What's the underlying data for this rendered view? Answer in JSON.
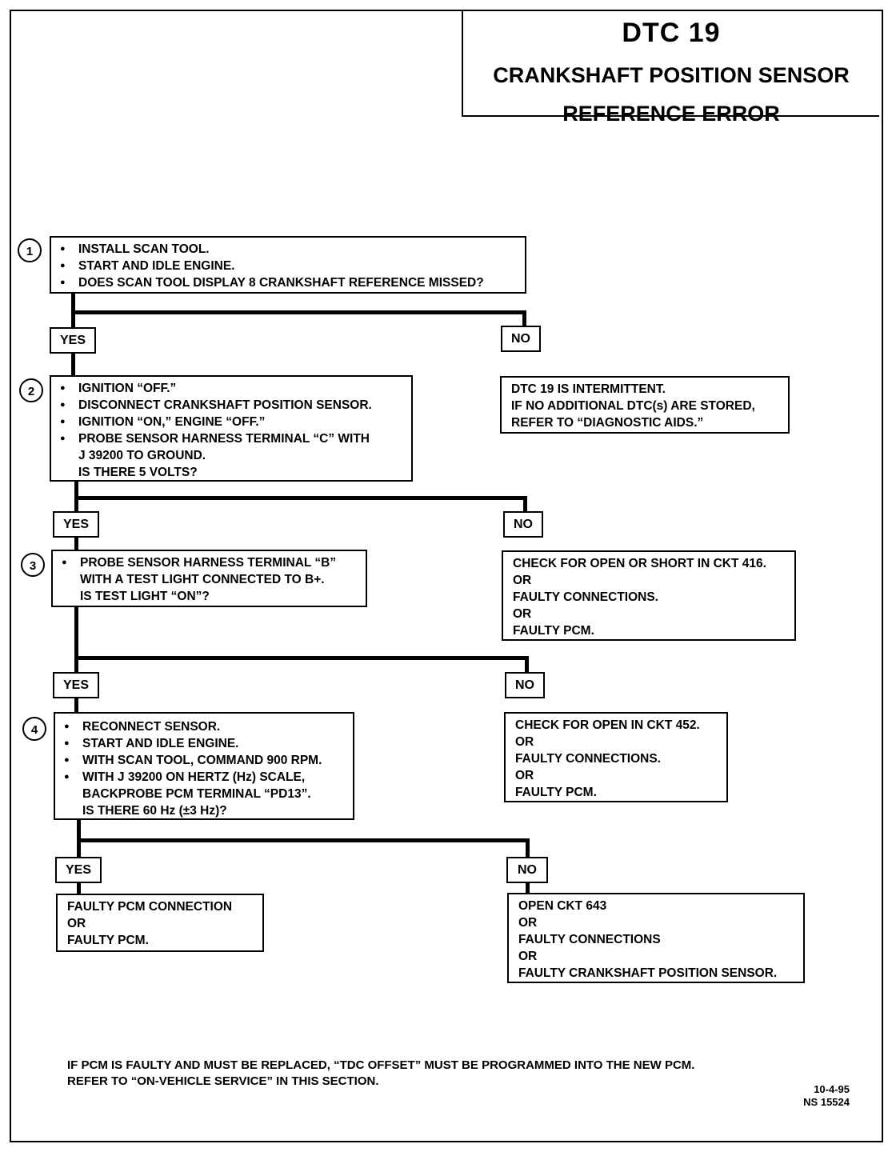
{
  "title": {
    "code": "DTC 19",
    "subtitle_line1": "CRANKSHAFT POSITION SENSOR",
    "subtitle_line2": "REFERENCE ERROR"
  },
  "steps": [
    {
      "number": "1",
      "bullets": [
        "INSTALL SCAN TOOL.",
        "START AND IDLE ENGINE.",
        "DOES SCAN TOOL DISPLAY 8 CRANKSHAFT REFERENCE MISSED?"
      ],
      "extra": []
    },
    {
      "number": "2",
      "bullets": [
        "IGNITION “OFF.”",
        "DISCONNECT CRANKSHAFT POSITION SENSOR.",
        "IGNITION “ON,” ENGINE “OFF.”",
        "PROBE SENSOR HARNESS TERMINAL “C” WITH"
      ],
      "extra": [
        "J 39200 TO GROUND.",
        "IS THERE 5 VOLTS?"
      ]
    },
    {
      "number": "3",
      "bullets": [
        "PROBE SENSOR HARNESS TERMINAL “B”"
      ],
      "extra": [
        "WITH A TEST LIGHT CONNECTED TO B+.",
        "IS TEST LIGHT “ON”?"
      ]
    },
    {
      "number": "4",
      "bullets": [
        "RECONNECT SENSOR.",
        "START AND IDLE ENGINE.",
        "WITH SCAN TOOL, COMMAND 900 RPM.",
        "WITH J 39200 ON HERTZ (Hz) SCALE,"
      ],
      "extra": [
        "BACKPROBE PCM TERMINAL “PD13”.",
        "IS THERE 60 Hz (±3 Hz)?"
      ]
    }
  ],
  "labels": {
    "yes": "YES",
    "no": "NO"
  },
  "outcomes": {
    "no1": [
      "DTC 19 IS INTERMITTENT.",
      "IF NO ADDITIONAL DTC(s) ARE STORED,",
      "REFER TO “DIAGNOSTIC AIDS.”"
    ],
    "no2": [
      "CHECK FOR OPEN OR SHORT IN CKT 416.",
      "OR",
      "FAULTY CONNECTIONS.",
      "OR",
      "FAULTY PCM."
    ],
    "no3": [
      "CHECK FOR OPEN IN CKT 452.",
      "OR",
      "FAULTY CONNECTIONS.",
      "OR",
      "FAULTY PCM."
    ],
    "yes4": [
      "FAULTY PCM CONNECTION",
      "OR",
      "FAULTY PCM."
    ],
    "no4": [
      "OPEN CKT 643",
      "OR",
      "FAULTY CONNECTIONS",
      "OR",
      "FAULTY CRANKSHAFT POSITION SENSOR."
    ]
  },
  "footnote": {
    "line1": "IF PCM IS FAULTY AND MUST BE REPLACED, “TDC OFFSET” MUST BE PROGRAMMED INTO THE NEW PCM.",
    "line2": "REFER TO “ON-VEHICLE SERVICE” IN THIS SECTION."
  },
  "doc_code": {
    "date": "10-4-95",
    "id": "NS 15524"
  }
}
